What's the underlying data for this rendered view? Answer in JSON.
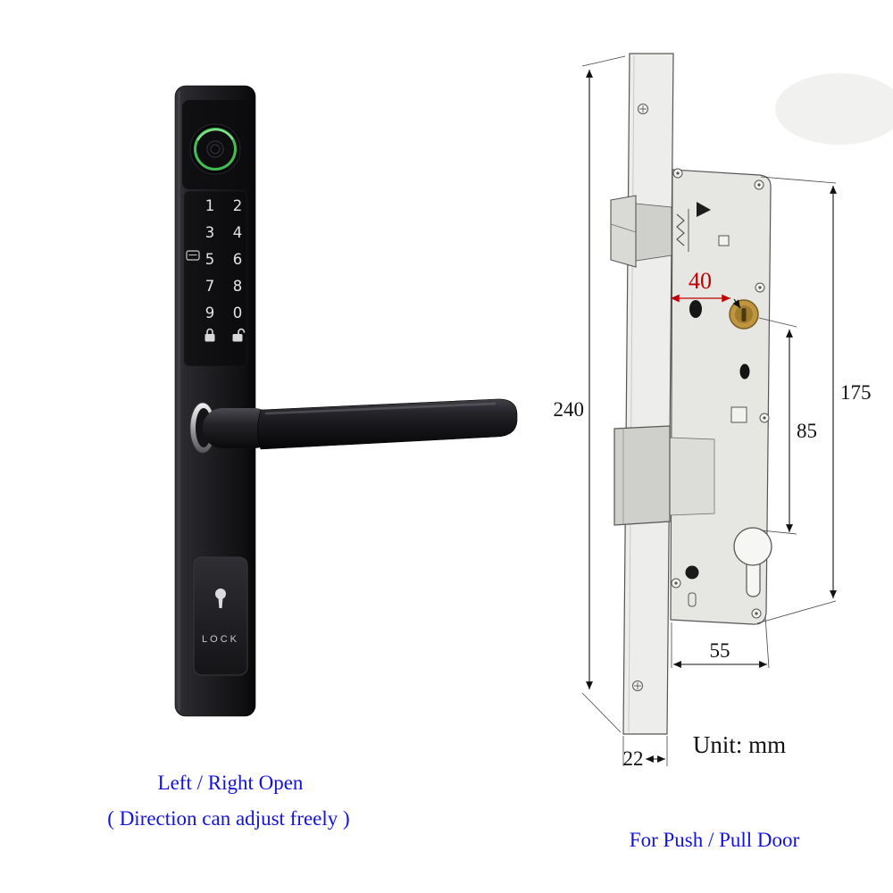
{
  "lock": {
    "keypad_digits": [
      "1",
      "2",
      "3",
      "4",
      "5",
      "6",
      "7",
      "8",
      "9",
      "0"
    ],
    "panel_label": "LOCK"
  },
  "captions": {
    "open_direction": "Left / Right Open",
    "adjust_note": "( Direction can adjust freely )",
    "door_type": "For Push / Pull Door"
  },
  "diagram": {
    "dimensions": {
      "total_height": "240",
      "backset": "40",
      "body_height": "175",
      "center_distance": "85",
      "body_width": "55",
      "faceplate_width": "22"
    },
    "unit_label": "Unit: mm"
  },
  "icons": {
    "fingerprint": "fingerprint-scanner",
    "card": "ic-card",
    "lock_closed": "locked-padlock",
    "lock_open": "unlocked-padlock",
    "keyhole": "keyhole"
  },
  "colors": {
    "caption_blue": "#1413dc",
    "dim_red": "#c00000",
    "accent_green": "#41bd52",
    "lock_black": "#1c1c1f",
    "cylinder_gold": "#bf9540"
  }
}
